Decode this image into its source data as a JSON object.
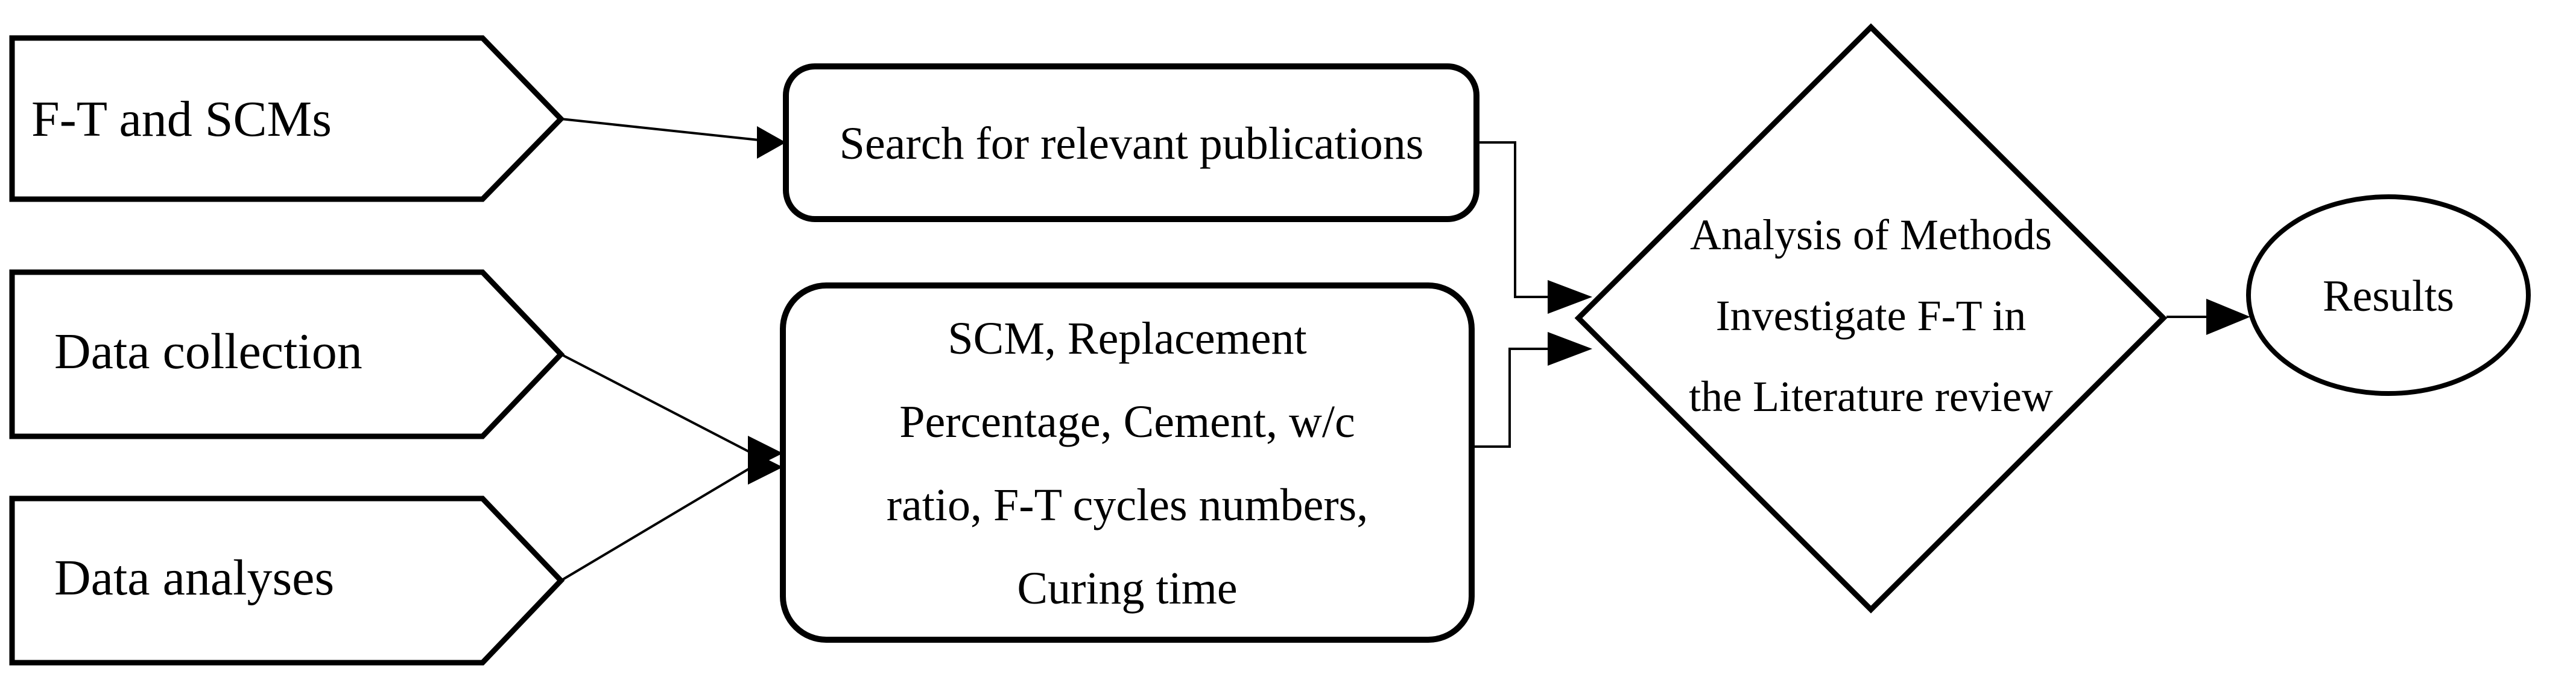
{
  "figure": {
    "background": "#ffffff",
    "stroke_color": "#000000",
    "fill_color": "#ffffff",
    "inputs": [
      {
        "label": "F-T and SCMs"
      },
      {
        "label": "Data collection"
      },
      {
        "label": "Data analyses"
      }
    ],
    "processes": [
      {
        "label": "Search for relevant publications"
      },
      {
        "lines": [
          "SCM, Replacement",
          "Percentage, Cement, w/c",
          "ratio, F-T cycles numbers,",
          "Curing time"
        ]
      }
    ],
    "decision": {
      "lines": [
        "Analysis of Methods",
        "Investigate F-T in",
        "the Literature review"
      ]
    },
    "result": {
      "label": "Results"
    }
  }
}
